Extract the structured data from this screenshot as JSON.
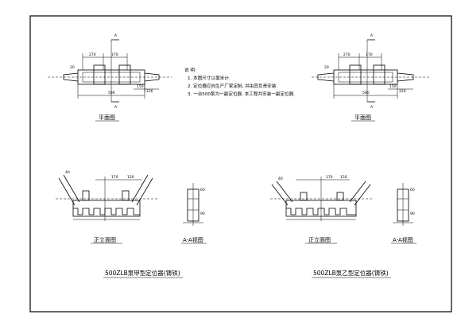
{
  "sheet": {
    "border_color": "#000000",
    "background": "#ffffff"
  },
  "sections": {
    "section_mark": "A",
    "section_view_label": "A-A视图"
  },
  "left_part": {
    "plan_label": "平面图",
    "front_label": "正立面图",
    "title": "500ZLB泵甲型定位器(铸铁)"
  },
  "right_part": {
    "plan_label": "平面图",
    "front_label": "正立面图",
    "title": "500ZLB泵乙型定位器(铸铁)"
  },
  "notes": {
    "heading": "说 明:",
    "items": [
      "1. 本图尺寸以毫米计.",
      "2. 定位器应向生产厂家定制, 并由其负责安装.",
      "3. 一台500泵为一副定位器, 本工程共安装一副定位器."
    ]
  },
  "dimensions": {
    "plan_top_a": "270",
    "plan_top_b": "170",
    "plan_side": "20",
    "plan_right_a": "150",
    "plan_right_b": "226",
    "plan_bottom": "590",
    "front_a": "170",
    "front_b": "150",
    "front_side": "40",
    "section_a": "60",
    "section_b": "90"
  }
}
